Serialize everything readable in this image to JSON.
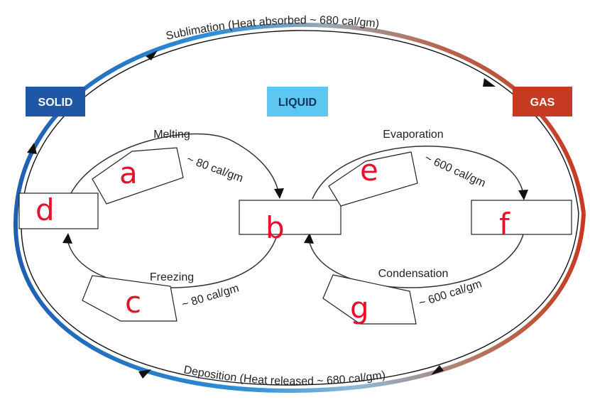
{
  "states": {
    "solid": "SOLID",
    "liquid": "LIQUID",
    "gas": "GAS"
  },
  "arrows": {
    "sublimation": "Sublimation (Heat absorbed ~ 680 cal/gm)",
    "deposition": "Deposition (Heat released ~ 680 cal/gm)",
    "melting": "Melting",
    "freezing": "Freezing",
    "evaporation": "Evaporation",
    "condensation": "Condensation",
    "melting_heat": "~ 80 cal/gm",
    "freezing_heat": "~ 80 cal/gm",
    "evaporation_heat": "~ 600 cal/gm",
    "condensation_heat": "~ 600 cal/gm"
  },
  "handwritten": {
    "a": "a",
    "b": "b",
    "c": "c",
    "d": "d",
    "e": "e",
    "f": "f",
    "g": "g"
  },
  "colors": {
    "solid": "#1f56a6",
    "liquid": "#5cc8f2",
    "gas": "#c63a22",
    "handwriting": "#e8102a"
  }
}
